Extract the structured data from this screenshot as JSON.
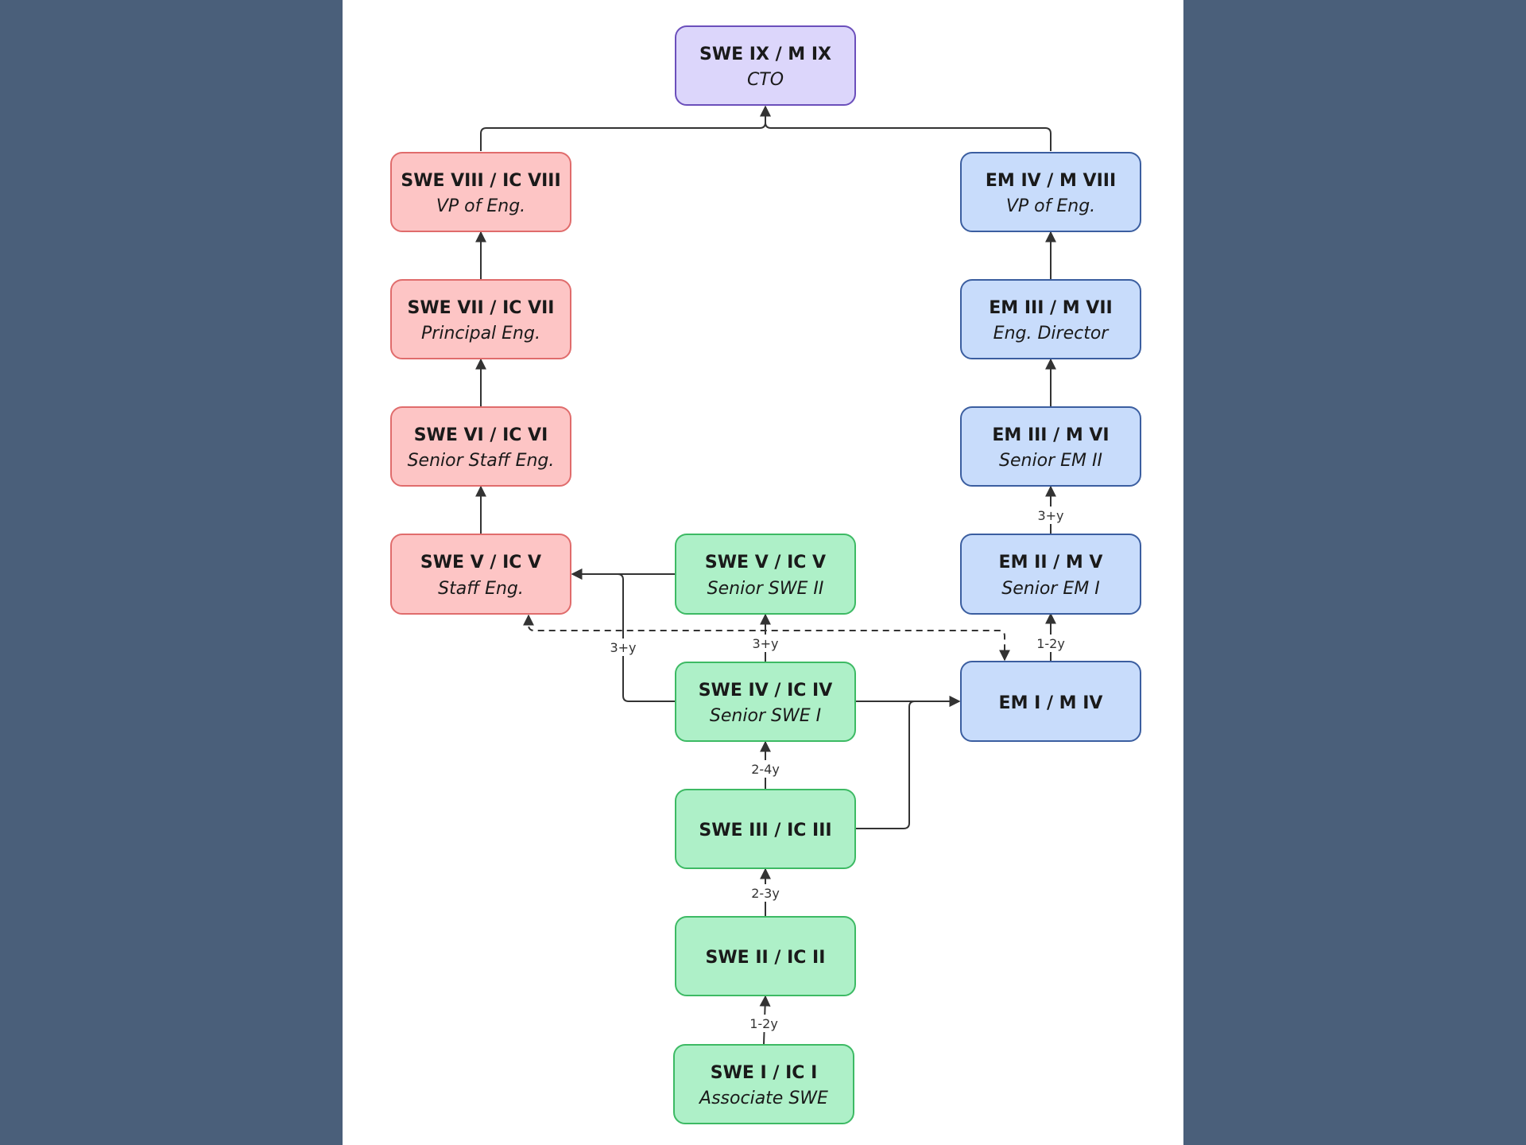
{
  "colors": {
    "purple_fill": "#dcd6fb",
    "purple_stroke": "#6b4fbb",
    "red_fill": "#fdc5c5",
    "red_stroke": "#e06c6c",
    "blue_fill": "#c8dcfb",
    "blue_stroke": "#3b5ea0",
    "green_fill": "#aef0c8",
    "green_stroke": "#3dba64",
    "edge": "#333333"
  },
  "nodes": {
    "cto": {
      "title": "SWE IX / M IX",
      "subtitle": "CTO"
    },
    "swe8": {
      "title": "SWE VIII / IC VIII",
      "subtitle": "VP of Eng."
    },
    "swe7": {
      "title": "SWE VII / IC VII",
      "subtitle": "Principal Eng."
    },
    "swe6": {
      "title": "SWE VI / IC VI",
      "subtitle": "Senior Staff Eng."
    },
    "swe5r": {
      "title": "SWE V / IC V",
      "subtitle": "Staff Eng."
    },
    "em4": {
      "title": "EM IV / M VIII",
      "subtitle": "VP of Eng."
    },
    "em3b": {
      "title": "EM III / M VII",
      "subtitle": "Eng. Director"
    },
    "em3a": {
      "title": "EM III / M VI",
      "subtitle": "Senior EM II"
    },
    "em2": {
      "title": "EM II / M V",
      "subtitle": "Senior EM I"
    },
    "em1": {
      "title": "EM I / M IV",
      "subtitle": ""
    },
    "swe5g": {
      "title": "SWE V / IC V",
      "subtitle": "Senior SWE II"
    },
    "swe4": {
      "title": "SWE IV / IC IV",
      "subtitle": "Senior SWE I"
    },
    "swe3": {
      "title": "SWE III / IC III",
      "subtitle": ""
    },
    "swe2": {
      "title": "SWE II / IC II",
      "subtitle": ""
    },
    "swe1": {
      "title": "SWE I / IC I",
      "subtitle": "Associate SWE"
    }
  },
  "edge_labels": {
    "swe1_swe2": "1-2y",
    "swe2_swe3": "2-3y",
    "swe3_swe4": "2-4y",
    "swe4_swe5g": "3+y",
    "swe4_swe5r": "3+y",
    "em1_em2": "1-2y",
    "em2_em3a": "3+y"
  }
}
